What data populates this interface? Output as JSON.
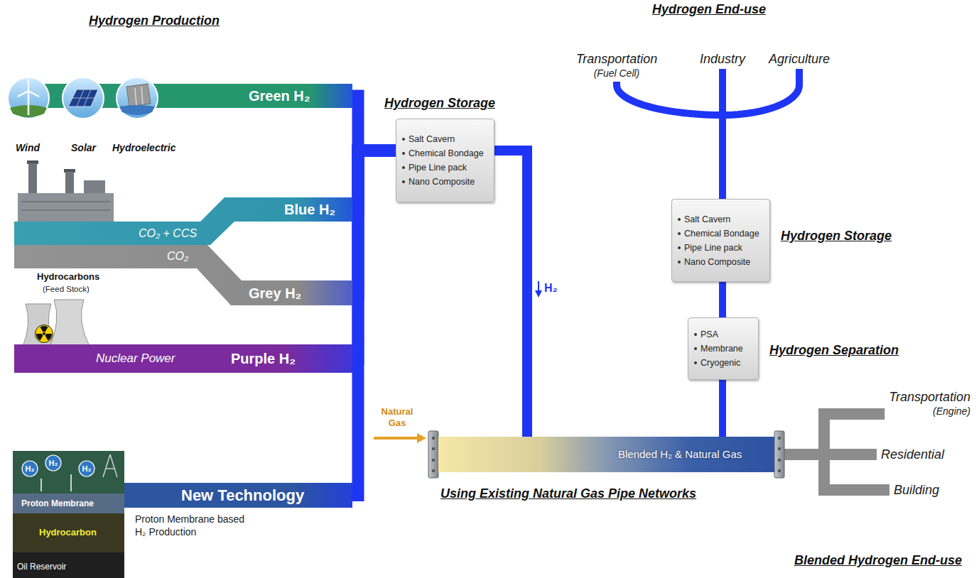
{
  "diagram": {
    "nodes": [
      {
        "text": [
          "Green H₂"
        ]
      },
      {
        "text": [
          "CO₂ + CCS",
          "Blue H₂"
        ]
      },
      {
        "text": [
          "CO₂",
          "Grey H₂"
        ]
      },
      {
        "text": [
          "Nuclear Power",
          "Purple H₂"
        ]
      },
      {
        "text": [
          "New Technology"
        ]
      },
      {
        "text": [
          "Hydrogen Storage",
          "Salt Cavern",
          "Chemical Bondage",
          "Pipe Line pack",
          "Nano Composite"
        ]
      },
      {
        "text": [
          "Blended H₂ & Natural Gas",
          "Using Existing Natural Gas Pipe Networks"
        ]
      },
      {
        "text": [
          "Hydrogen Separation",
          "PSA",
          "Membrane",
          "Cryogenic"
        ]
      },
      {
        "text": [
          "Hydrogen Storage",
          "Salt Cavern",
          "Chemical Bondage",
          "Pipe Line pack",
          "Nano Composite"
        ]
      },
      {
        "text": [
          "Transportation",
          "(Fuel Cell)"
        ]
      },
      {
        "text": [
          "Industry"
        ]
      },
      {
        "text": [
          "Agriculture"
        ]
      },
      {
        "text": [
          "Transportation",
          "(Engine)"
        ]
      },
      {
        "text": [
          "Residential"
        ]
      },
      {
        "text": [
          "Building"
        ]
      }
    ],
    "edges": [
      {
        "from": 0,
        "to": 5,
        "arrow": "none"
      },
      {
        "from": 1,
        "to": 5,
        "arrow": "none"
      },
      {
        "from": 2,
        "to": 5,
        "arrow": "none"
      },
      {
        "from": 3,
        "to": 5,
        "arrow": "none"
      },
      {
        "from": 4,
        "to": 5,
        "arrow": "none"
      },
      {
        "from": 5,
        "to": 6,
        "label": "H₂",
        "arrow": "none"
      },
      {
        "from": 6,
        "to": 7,
        "arrow": "none"
      },
      {
        "from": 7,
        "to": 8,
        "arrow": "none"
      },
      {
        "from": 8,
        "to": 9,
        "arrow": "none"
      },
      {
        "from": 8,
        "to": 10,
        "arrow": "none"
      },
      {
        "from": 8,
        "to": 11,
        "arrow": "none"
      },
      {
        "from": 6,
        "to": 12,
        "arrow": "none"
      },
      {
        "from": 6,
        "to": 13,
        "arrow": "none"
      },
      {
        "from": 6,
        "to": 14,
        "arrow": "none"
      }
    ],
    "labels": [
      "Hydrogen Production",
      "Hydrogen End-use",
      "Wind",
      "Solar",
      "Hydroelectric",
      "Hydrocarbons",
      "(Feed Stock)",
      "H₂",
      "H₂",
      "H₂",
      "Proton Membrane",
      "Hydrocarbon",
      "Oil Reservoir",
      "Proton Membrane based H₂ Production",
      "Natural Gas",
      "Blended Hydrogen End-use"
    ]
  }
}
